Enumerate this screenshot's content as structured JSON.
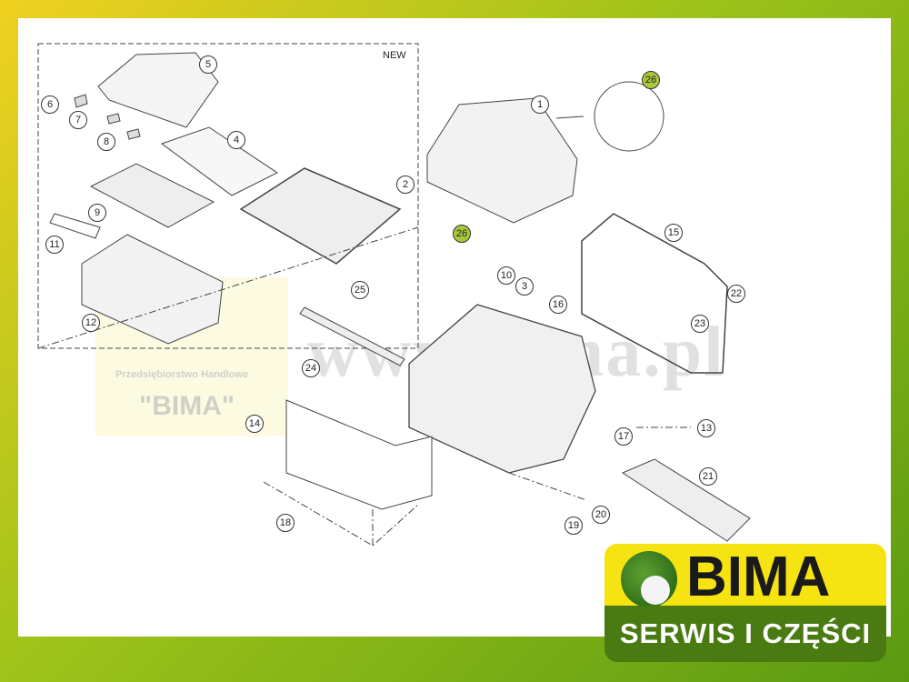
{
  "diagram": {
    "new_label": "NEW",
    "callouts": [
      {
        "n": "5"
      },
      {
        "n": "6"
      },
      {
        "n": "7"
      },
      {
        "n": "8"
      },
      {
        "n": "4"
      },
      {
        "n": "2"
      },
      {
        "n": "9"
      },
      {
        "n": "11"
      },
      {
        "n": "12"
      },
      {
        "n": "1"
      },
      {
        "n": "26"
      },
      {
        "n": "26"
      },
      {
        "n": "15"
      },
      {
        "n": "10"
      },
      {
        "n": "3"
      },
      {
        "n": "16"
      },
      {
        "n": "25"
      },
      {
        "n": "22"
      },
      {
        "n": "23"
      },
      {
        "n": "24"
      },
      {
        "n": "14"
      },
      {
        "n": "13"
      },
      {
        "n": "17"
      },
      {
        "n": "21"
      },
      {
        "n": "20"
      },
      {
        "n": "19"
      },
      {
        "n": "18"
      }
    ],
    "highlight_color": "#a8c83a"
  },
  "watermark": {
    "url": "www.bima.pl",
    "company_line": "Przedsiębiorstwo Handlowe",
    "company_name": "\"BIMA\""
  },
  "logo": {
    "brand": "BIMA",
    "tagline": "SERWIS I CZĘŚCI",
    "yellow": "#f5e312",
    "green": "#4a7a12"
  }
}
